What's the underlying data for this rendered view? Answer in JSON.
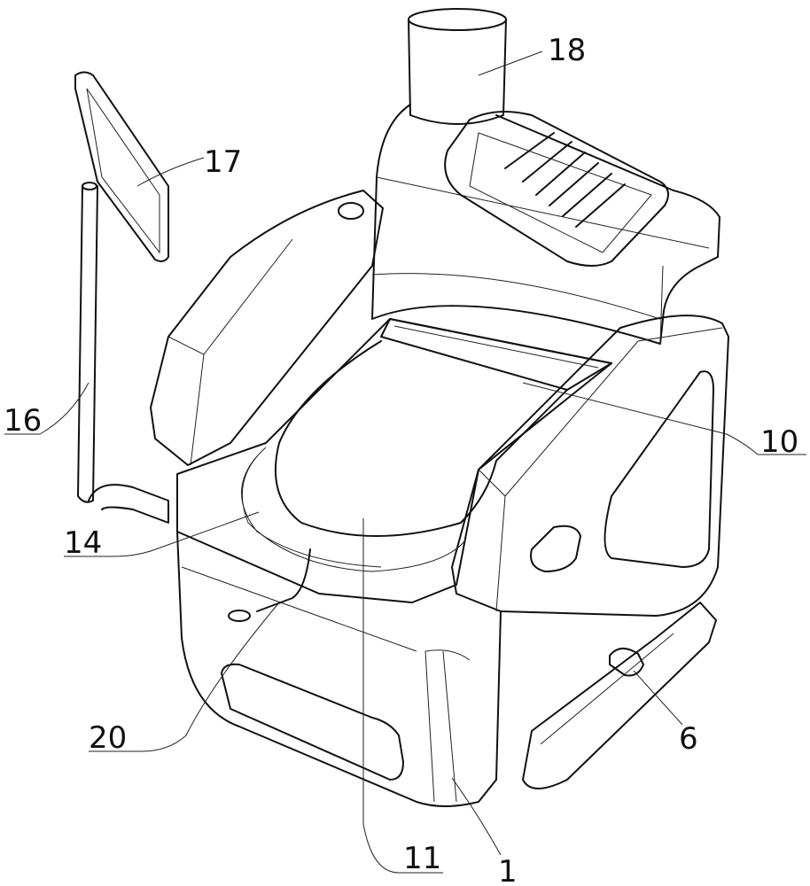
{
  "figure": {
    "labels": {
      "l1": "1",
      "l6": "6",
      "l10": "10",
      "l11": "11",
      "l14": "14",
      "l16": "16",
      "l17": "17",
      "l18": "18",
      "l20": "20"
    },
    "line_color": "#111111",
    "background": "#ffffff"
  }
}
